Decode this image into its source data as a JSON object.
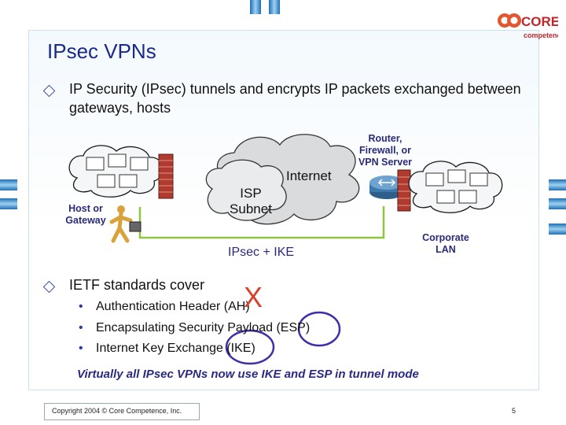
{
  "title": "IPsec VPNs",
  "bullets": {
    "first": "IP Security (IPsec) tunnels and encrypts IP packets exchanged between gateways, hosts",
    "second": "IETF standards cover",
    "sub_items": [
      "Authentication Header (AH)",
      "Encapsulating Security Payload (ESP)",
      "Internet Key Exchange (IKE)"
    ],
    "strike_mark": "X"
  },
  "diagram": {
    "internet_label": "Internet",
    "isp_label_line1": "ISP",
    "isp_label_line2": "Subnet",
    "router_label_line1": "Router,",
    "router_label_line2": "Firewall, or",
    "router_label_line3": "VPN Server",
    "host_label_line1": "Host or",
    "host_label_line2": "Gateway",
    "corporate_label_line1": "Corporate",
    "corporate_label_line2": "LAN",
    "tunnel_label": "IPsec + IKE"
  },
  "summary": "Virtually all IPsec VPNs now use IKE and ESP in tunnel mode",
  "footer": {
    "copyright": "Copyright 2004 © Core Competence, Inc.",
    "page": "5"
  },
  "logo": {
    "line1": "CORE",
    "line2": "competence"
  },
  "colors": {
    "title": "#1a2a8c",
    "accent_green": "#8dc63f",
    "highlight_circle": "#3f2fa8",
    "strike_x": "#d8412a",
    "firewall_red": "#b03a2e"
  }
}
